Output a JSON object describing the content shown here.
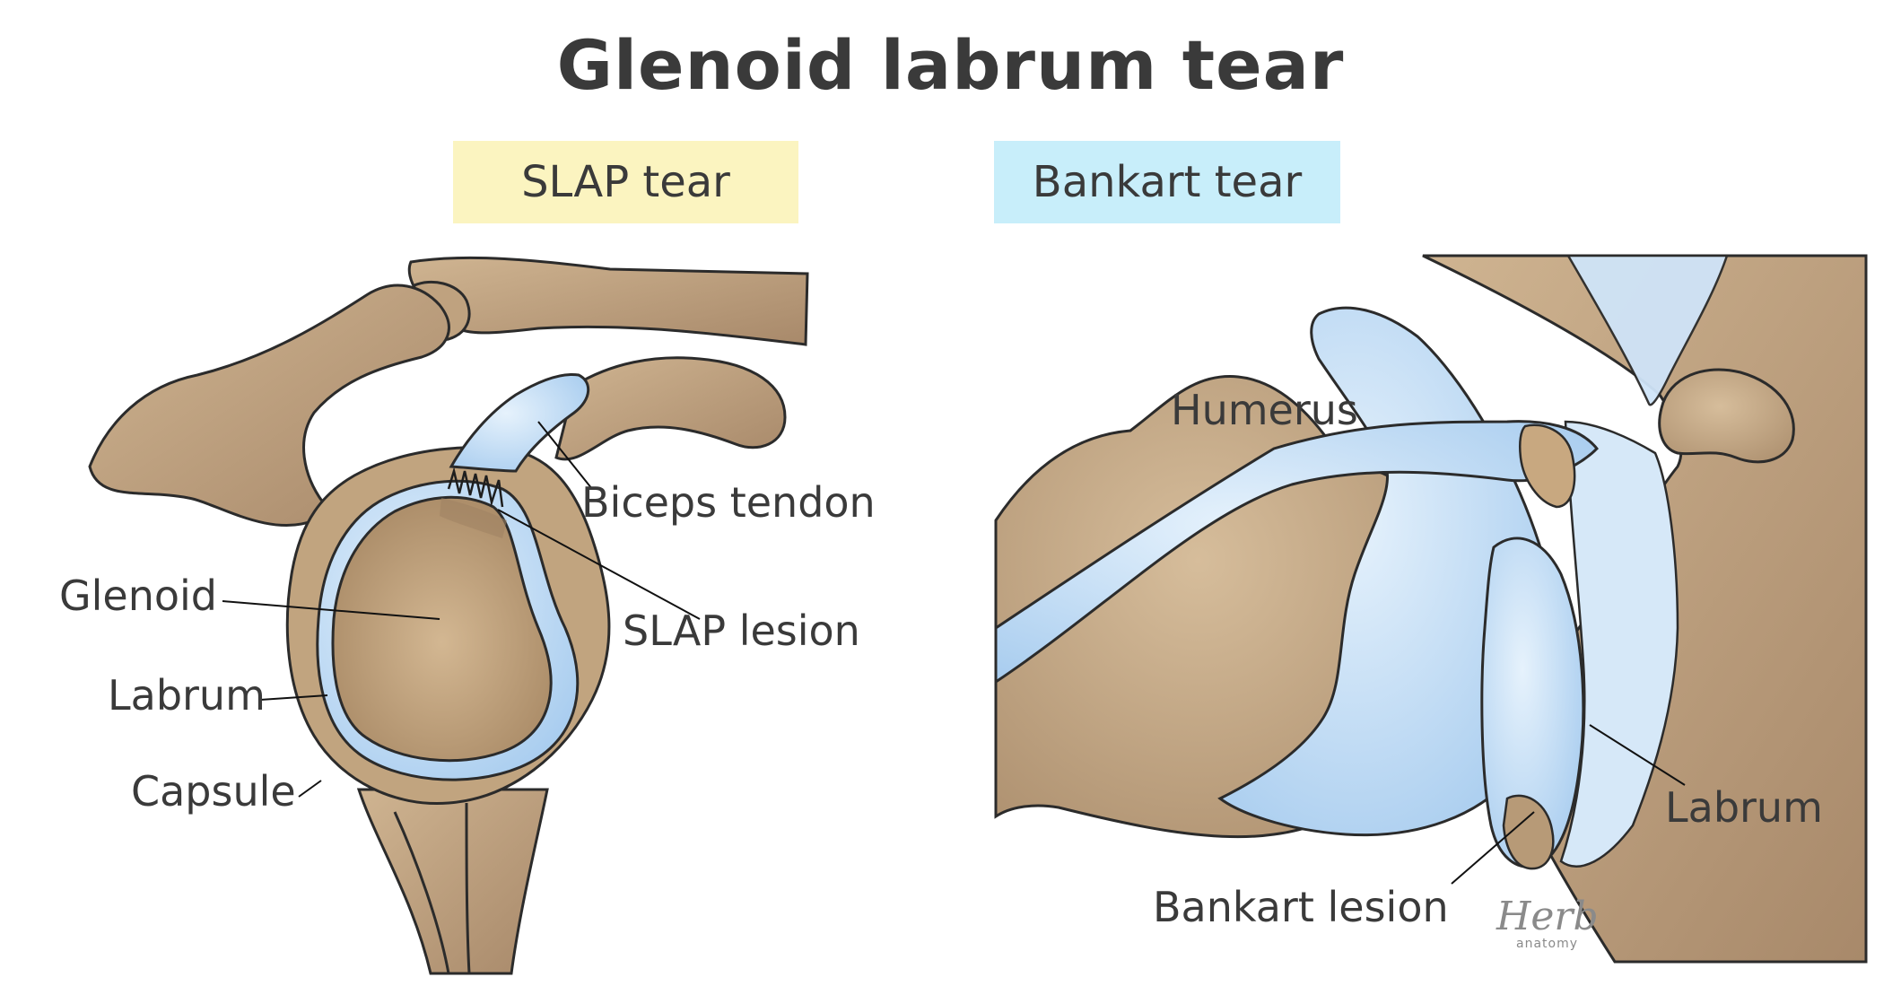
{
  "title": "Glenoid labrum tear",
  "panels": {
    "slap": {
      "badge": "SLAP tear",
      "badge_color": "#fbf4c0"
    },
    "bankart": {
      "badge": "Bankart tear",
      "badge_color": "#c8eefa"
    }
  },
  "labels": {
    "biceps_tendon": "Biceps tendon",
    "glenoid": "Glenoid",
    "slap_lesion": "SLAP lesion",
    "labrum_left": "Labrum",
    "capsule": "Capsule",
    "humerus": "Humerus",
    "labrum_right": "Labrum",
    "bankart_lesion": "Bankart lesion"
  },
  "watermark": {
    "logo": "Herb",
    "sub": "anatomy"
  },
  "colors": {
    "bone": "#c6ab88",
    "bone_shade": "#a98b67",
    "cartilage": "#bcd9f4",
    "cartilage_light": "#dcedfb",
    "outline": "#2b2b2b"
  }
}
